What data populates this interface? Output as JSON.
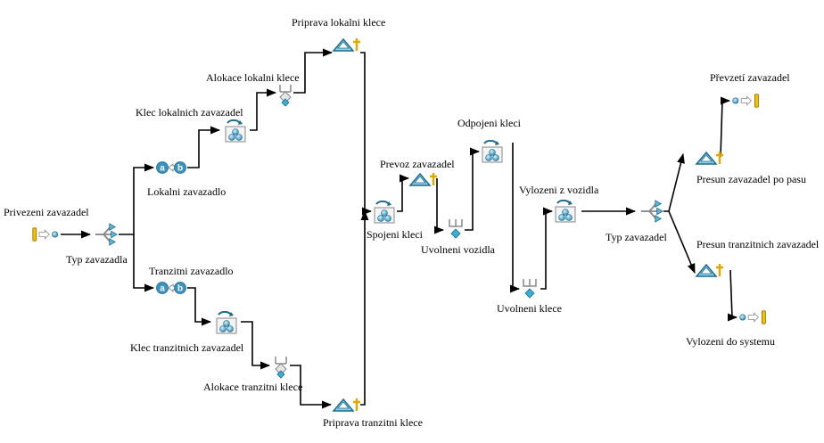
{
  "nodes": [
    {
      "id": "source",
      "icon": "source-icon",
      "label": "Privezeni zavazadel"
    },
    {
      "id": "decide1",
      "icon": "decide-icon",
      "label": "Typ zavazadla"
    },
    {
      "id": "assign_local",
      "icon": "assign-icon",
      "label": "Lokalni zavazadlo"
    },
    {
      "id": "batch_local",
      "icon": "batch-icon",
      "label": "Klec lokalnich zavazadel"
    },
    {
      "id": "seize_local",
      "icon": "seize-icon",
      "label": "Alokace lokalni klece"
    },
    {
      "id": "move_local",
      "icon": "move-icon",
      "label": "Priprava lokalni klece"
    },
    {
      "id": "assign_transit",
      "icon": "assign-icon",
      "label": "Tranzitni zavazadlo"
    },
    {
      "id": "batch_transit",
      "icon": "batch-icon",
      "label": "Klec tranzitnich zavazadel"
    },
    {
      "id": "seize_transit",
      "icon": "seize-icon",
      "label": "Alokace tranzitni klece"
    },
    {
      "id": "move_transit",
      "icon": "move-icon",
      "label": "Priprava tranzitni klece"
    },
    {
      "id": "batch_join",
      "icon": "batch-icon",
      "label": "Spojeni kleci"
    },
    {
      "id": "move_transport",
      "icon": "move-icon",
      "label": "Prevoz zavazadel"
    },
    {
      "id": "release_vehicle",
      "icon": "release-icon",
      "label": "Uvolneni vozidla"
    },
    {
      "id": "separate",
      "icon": "batch-icon",
      "label": "Odpojeni kleci"
    },
    {
      "id": "release_cage",
      "icon": "release-icon",
      "label": "Uvolneni klece"
    },
    {
      "id": "unbatch",
      "icon": "batch-icon",
      "label": "Vylozeni z vozidla"
    },
    {
      "id": "decide2",
      "icon": "decide-icon",
      "label": "Typ zavazadel"
    },
    {
      "id": "move_belt",
      "icon": "move-icon",
      "label": "Presun zavazadel po pasu"
    },
    {
      "id": "sink1",
      "icon": "sink-icon",
      "label": "Převzetí zavazadel"
    },
    {
      "id": "move_transit2",
      "icon": "move-icon",
      "label": "Presun tranzitnich zavazadel"
    },
    {
      "id": "sink2",
      "icon": "sink-icon",
      "label": "Vylozeni do systemu"
    }
  ],
  "colors": {
    "accent": "#2e8bb5",
    "light": "#9fd3ea",
    "gold": "#e8b400",
    "line": "#000000",
    "gray": "#888888"
  }
}
